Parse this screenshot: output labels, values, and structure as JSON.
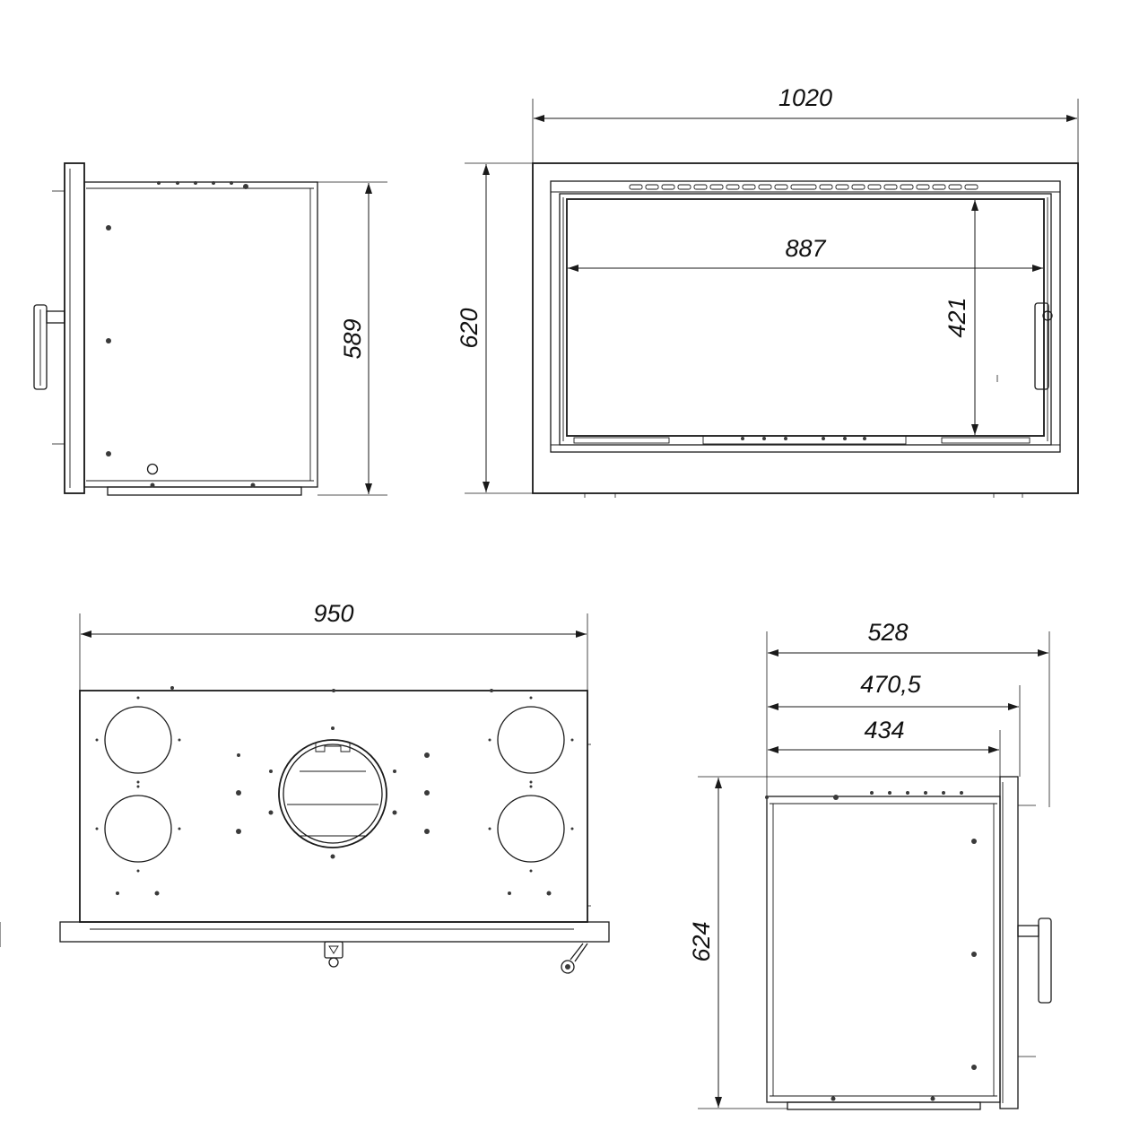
{
  "dimensions": {
    "side_left_height": "589",
    "front_width": "1020",
    "front_height": "620",
    "glass_width": "887",
    "glass_height": "421",
    "top_width": "950",
    "side_right_depth_total": "528",
    "side_right_depth_mid": "470,5",
    "side_right_depth_body": "434",
    "side_right_height": "624"
  },
  "colors": {
    "line": "#1a1a1a",
    "background": "#ffffff"
  }
}
